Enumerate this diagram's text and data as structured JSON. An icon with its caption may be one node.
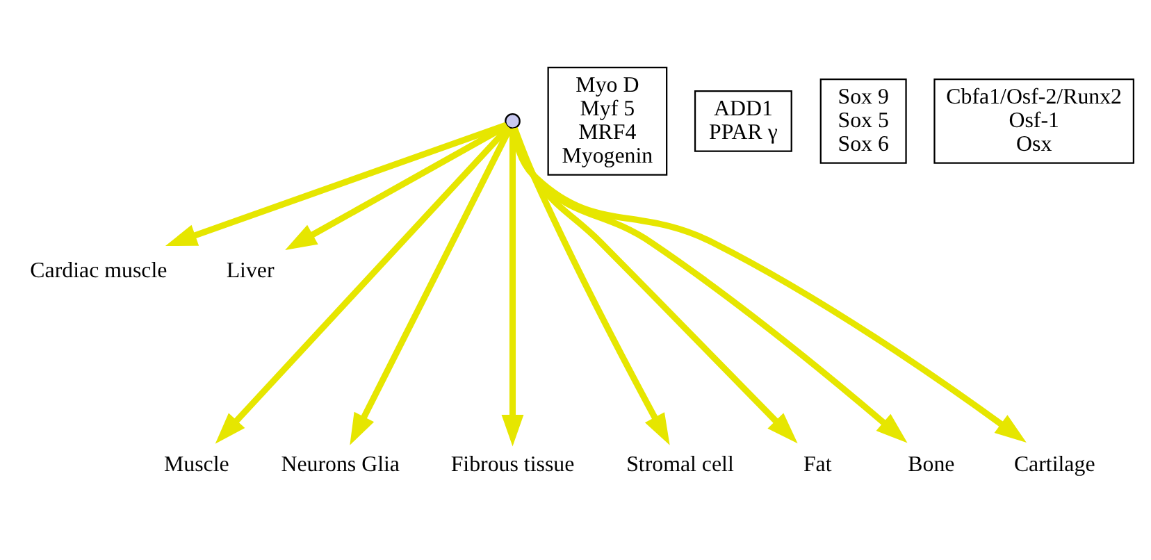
{
  "diagram": {
    "nodes": [
      {
        "text": [],
        "shape": "circle"
      },
      {
        "text": [
          "Cardiac muscle"
        ]
      },
      {
        "text": [
          "Liver"
        ]
      },
      {
        "text": [
          "Muscle"
        ]
      },
      {
        "text": [
          "Neurons Glia"
        ]
      },
      {
        "text": [
          "Fibrous tissue"
        ]
      },
      {
        "text": [
          "Stromal cell"
        ]
      },
      {
        "text": [
          "Fat"
        ]
      },
      {
        "text": [
          "Bone"
        ]
      },
      {
        "text": [
          "Cartilage"
        ]
      },
      {
        "text": [
          "Myo D",
          "Myf 5",
          "MRF4",
          "Myogenin"
        ]
      },
      {
        "text": [
          "ADD1",
          "PPAR γ"
        ]
      },
      {
        "text": [
          "Sox 9",
          "Sox 5",
          "Sox 6"
        ]
      },
      {
        "text": [
          "Cbfa1/Osf-2/Runx2",
          "Osf-1",
          "Osx"
        ]
      }
    ],
    "edges": [
      {
        "from": 0,
        "to": 1,
        "arrow": "to"
      },
      {
        "from": 0,
        "to": 2,
        "arrow": "to"
      },
      {
        "from": 0,
        "to": 3,
        "arrow": "to"
      },
      {
        "from": 0,
        "to": 4,
        "arrow": "to"
      },
      {
        "from": 0,
        "to": 5,
        "arrow": "to"
      },
      {
        "from": 0,
        "to": 6,
        "arrow": "to"
      },
      {
        "from": 0,
        "to": 7,
        "arrow": "to"
      },
      {
        "from": 0,
        "to": 8,
        "arrow": "to"
      },
      {
        "from": 0,
        "to": 9,
        "arrow": "to"
      }
    ]
  }
}
